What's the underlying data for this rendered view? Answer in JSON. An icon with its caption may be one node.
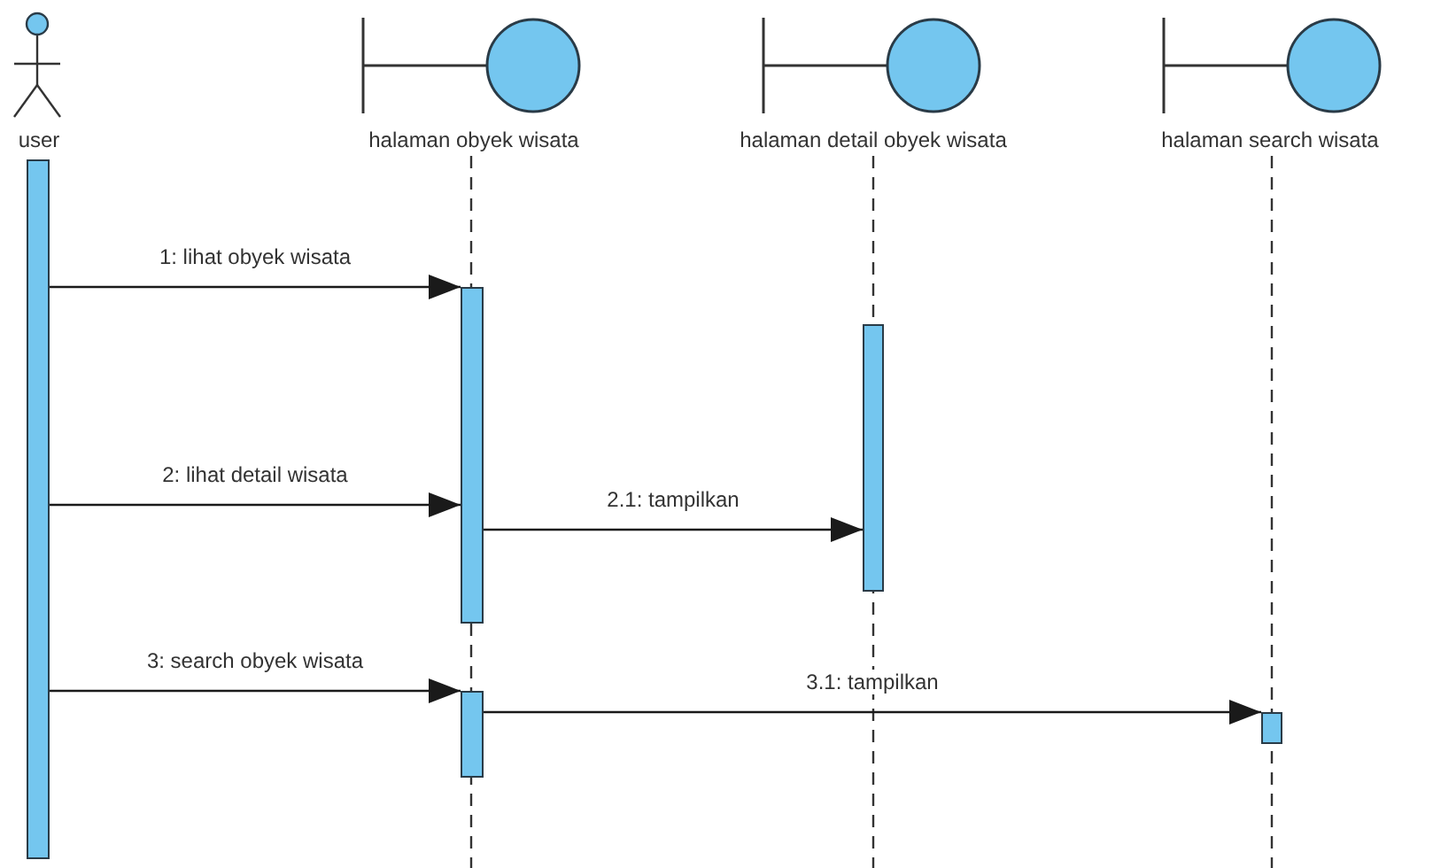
{
  "diagram": {
    "nodes": [
      {
        "text": [
          "user"
        ]
      },
      {
        "text": [
          "halaman obyek wisata"
        ]
      },
      {
        "text": [
          "halaman detail obyek wisata"
        ]
      },
      {
        "text": [
          "halaman search wisata"
        ]
      },
      {
        "text": [],
        "shape": "bar"
      },
      {
        "text": [],
        "shape": "bar"
      },
      {
        "text": [],
        "shape": "bar"
      },
      {
        "text": [],
        "shape": "bar"
      },
      {
        "text": [],
        "shape": "bar"
      }
    ],
    "edges": [
      {
        "from": 4,
        "to": 5,
        "arrow": "to",
        "label": "1: lihat obyek wisata"
      },
      {
        "from": 4,
        "to": 5,
        "arrow": "to",
        "label": "2: lihat detail wisata"
      },
      {
        "from": 5,
        "to": 6,
        "arrow": "to",
        "label": "2.1: tampilkan"
      },
      {
        "from": 4,
        "to": 7,
        "arrow": "to",
        "label": "3: search obyek wisata"
      },
      {
        "from": 7,
        "to": 8,
        "arrow": "to",
        "label": "3.1: tampilkan"
      }
    ]
  }
}
